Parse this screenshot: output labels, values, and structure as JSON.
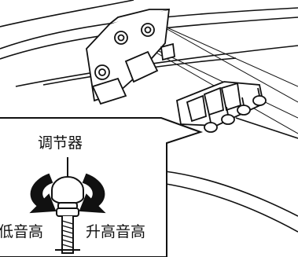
{
  "callout": {
    "title": "调节器",
    "decrease": "低音高",
    "increase": "升高音高"
  }
}
